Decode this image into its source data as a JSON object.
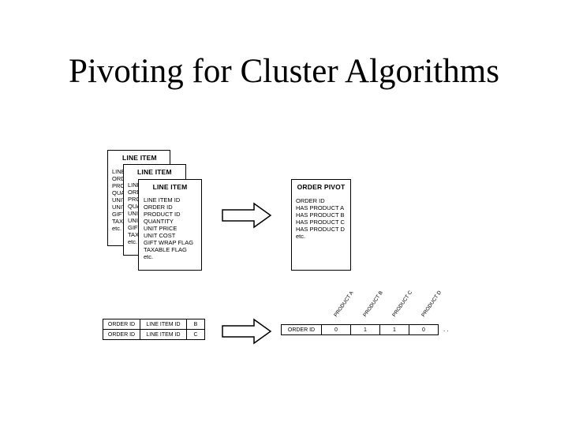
{
  "title": "Pivoting for Cluster Algorithms",
  "line_item_card": {
    "header": "LINE ITEM",
    "fields": [
      "LINE ITEM ID",
      "ORDER ID",
      "PRODUCT ID",
      "QUANTITY",
      "UNIT PRICE",
      "UNIT COST",
      "GIFT WRAP FLAG",
      "TAXABLE FLAG",
      "etc."
    ]
  },
  "back_card_fields": [
    "LINE ITEM ID",
    "ORDER ID",
    "PRODUCT ID",
    "QUANTITY",
    "UNIT PRICE",
    "UNIT COST",
    "GIFT WRAP FLAG",
    "TAXABLE FLAG",
    "etc."
  ],
  "order_pivot_card": {
    "header": "ORDER PIVOT",
    "fields": [
      "ORDER ID",
      "HAS PRODUCT A",
      "HAS PRODUCT B",
      "HAS PRODUCT C",
      "HAS PRODUCT D",
      "etc."
    ]
  },
  "input_table": {
    "rows": [
      [
        "ORDER ID",
        "LINE ITEM ID",
        "B"
      ],
      [
        "ORDER ID",
        "LINE ITEM ID",
        "C"
      ]
    ]
  },
  "output_table": {
    "columns": [
      "PRODUCT A",
      "PRODUCT B",
      "PRODUCT C",
      "PRODUCT D"
    ],
    "row_label": "ORDER ID",
    "values": [
      "0",
      "1",
      "1",
      "0"
    ],
    "continuation": ". ."
  }
}
